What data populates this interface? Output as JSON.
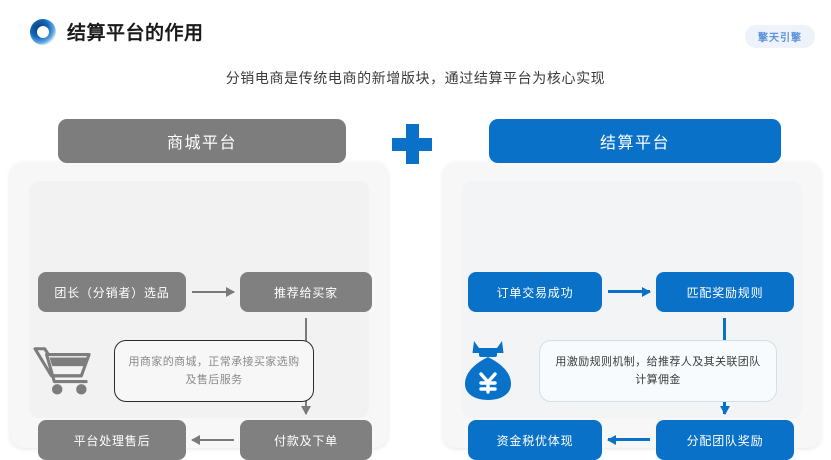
{
  "header": {
    "title": "结算平台的作用",
    "bullet_icon": "circle-gradient-icon",
    "brand_badge": "擎天引擎"
  },
  "subtitle": "分销电商是传统电商的新增版块，通过结算平台为核心实现",
  "separator": {
    "icon": "plus-icon",
    "color": "#0a71c8"
  },
  "colors": {
    "gray": "#808080",
    "blue": "#0a71c8",
    "panel_bg": "#f7f7f7",
    "inner_bg": "#f2f2f2"
  },
  "panels": [
    {
      "id": "mall-platform",
      "title": "商城平台",
      "accent": "#7d7d7d",
      "nodes": [
        {
          "id": "node-select-product",
          "label": "团长（分销者）选品"
        },
        {
          "id": "node-recommend-buyer",
          "label": "推荐给买家"
        },
        {
          "id": "node-after-sales",
          "label": "平台处理售后"
        },
        {
          "id": "node-pay-order",
          "label": "付款及下单"
        }
      ],
      "callout": "用商家的商城，正常承接买家选购及售后服务",
      "icon": "shopping-cart-icon",
      "arrows": [
        {
          "id": "arrow-top",
          "direction": "right"
        },
        {
          "id": "arrow-right",
          "direction": "down"
        },
        {
          "id": "arrow-bottom",
          "direction": "left"
        }
      ]
    },
    {
      "id": "settlement-platform",
      "title": "结算平台",
      "accent": "#0a71c8",
      "nodes": [
        {
          "id": "node-order-success",
          "label": "订单交易成功"
        },
        {
          "id": "node-match-rule",
          "label": "匹配奖励规则"
        },
        {
          "id": "node-tax-payout",
          "label": "资金税优体现"
        },
        {
          "id": "node-team-reward",
          "label": "分配团队奖励"
        }
      ],
      "callout": "用激励规则机制，给推荐人及其关联团队计算佣金",
      "icon": "money-bag-icon",
      "arrows": [
        {
          "id": "arrow-top",
          "direction": "right"
        },
        {
          "id": "arrow-right",
          "direction": "down"
        },
        {
          "id": "arrow-bottom",
          "direction": "left"
        }
      ]
    }
  ]
}
